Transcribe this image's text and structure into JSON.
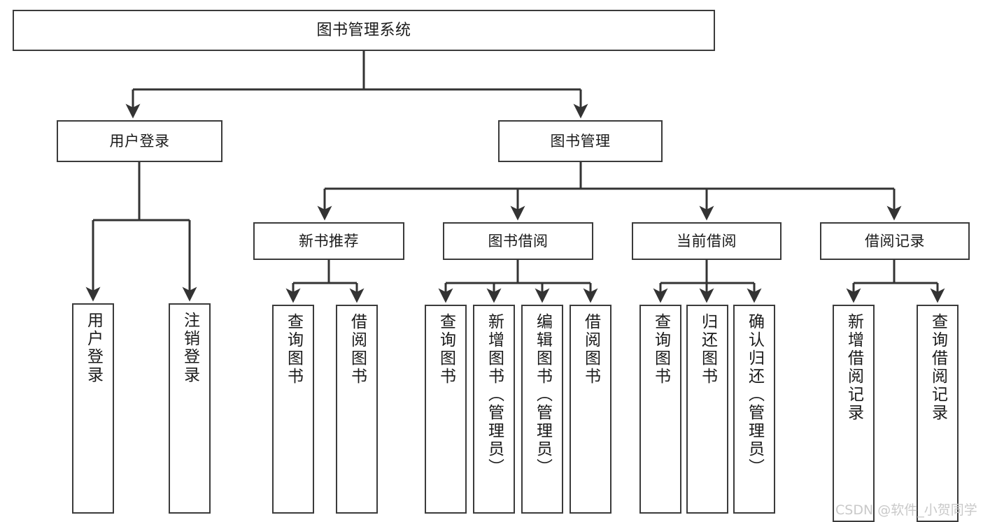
{
  "diagram": {
    "title": "图书管理系统",
    "type": "tree-hierarchy-diagram",
    "colors": {
      "node_border": "#3b3b3b",
      "node_fill": "#ffffff",
      "edge": "#333333",
      "text": "#1a1a1a",
      "watermark": "#c9c9c9",
      "background": "#ffffff"
    },
    "root": {
      "label": "图书管理系统"
    },
    "level1": [
      {
        "label": "用户登录"
      },
      {
        "label": "图书管理"
      }
    ],
    "level2": [
      {
        "label": "新书推荐"
      },
      {
        "label": "图书借阅"
      },
      {
        "label": "当前借阅"
      },
      {
        "label": "借阅记录"
      }
    ],
    "leaves": {
      "user_login": [
        {
          "label": "用户登录"
        },
        {
          "label": "注销登录"
        }
      ],
      "new_book_recommend": [
        {
          "label": "查询图书"
        },
        {
          "label": "借阅图书"
        }
      ],
      "book_borrow": [
        {
          "label": "查询图书"
        },
        {
          "label": "新增图书（管理员）"
        },
        {
          "label": "编辑图书（管理员）"
        },
        {
          "label": "借阅图书"
        }
      ],
      "current_borrow": [
        {
          "label": "查询图书"
        },
        {
          "label": "归还图书"
        },
        {
          "label": "确认归还（管理员）"
        }
      ],
      "borrow_record": [
        {
          "label": "新增借阅记录"
        },
        {
          "label": "查询借阅记录"
        }
      ]
    },
    "watermark": "CSDN @软件_小贺同学"
  }
}
